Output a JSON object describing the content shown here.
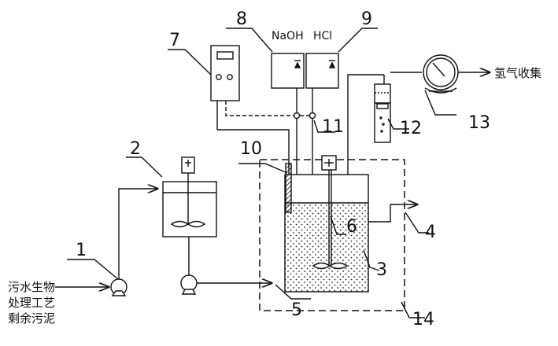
{
  "labels": {
    "n1": "1",
    "n2": "2",
    "n3": "3",
    "n4": "4",
    "n5": "5",
    "n6": "6",
    "n7": "7",
    "n8": "8",
    "n9": "9",
    "n10": "10",
    "n11": "11",
    "n12": "12",
    "n13": "13",
    "n14": "14"
  },
  "reagents": {
    "naoh": "NaOH",
    "hcl": "HCl"
  },
  "gas_collection": "氢气收集",
  "sludge_source": [
    "污水生物",
    "处理工艺",
    "剩余污泥"
  ]
}
